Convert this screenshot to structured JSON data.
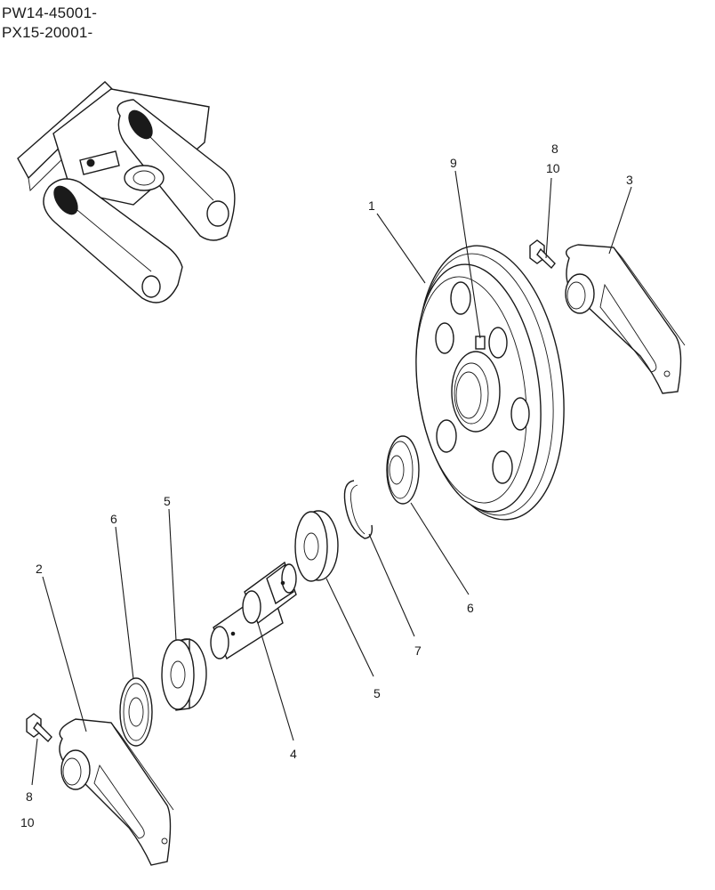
{
  "header": {
    "serial_1": "PW14-45001-",
    "serial_2": "PX15-20001-"
  },
  "callouts": {
    "c1": "1",
    "c2": "2",
    "c3": "3",
    "c4": "4",
    "c5a": "5",
    "c5b": "5",
    "c6a": "6",
    "c6b": "6",
    "c7": "7",
    "c8a": "8",
    "c10a": "10",
    "c8b": "8",
    "c10b": "10",
    "c9": "9"
  }
}
